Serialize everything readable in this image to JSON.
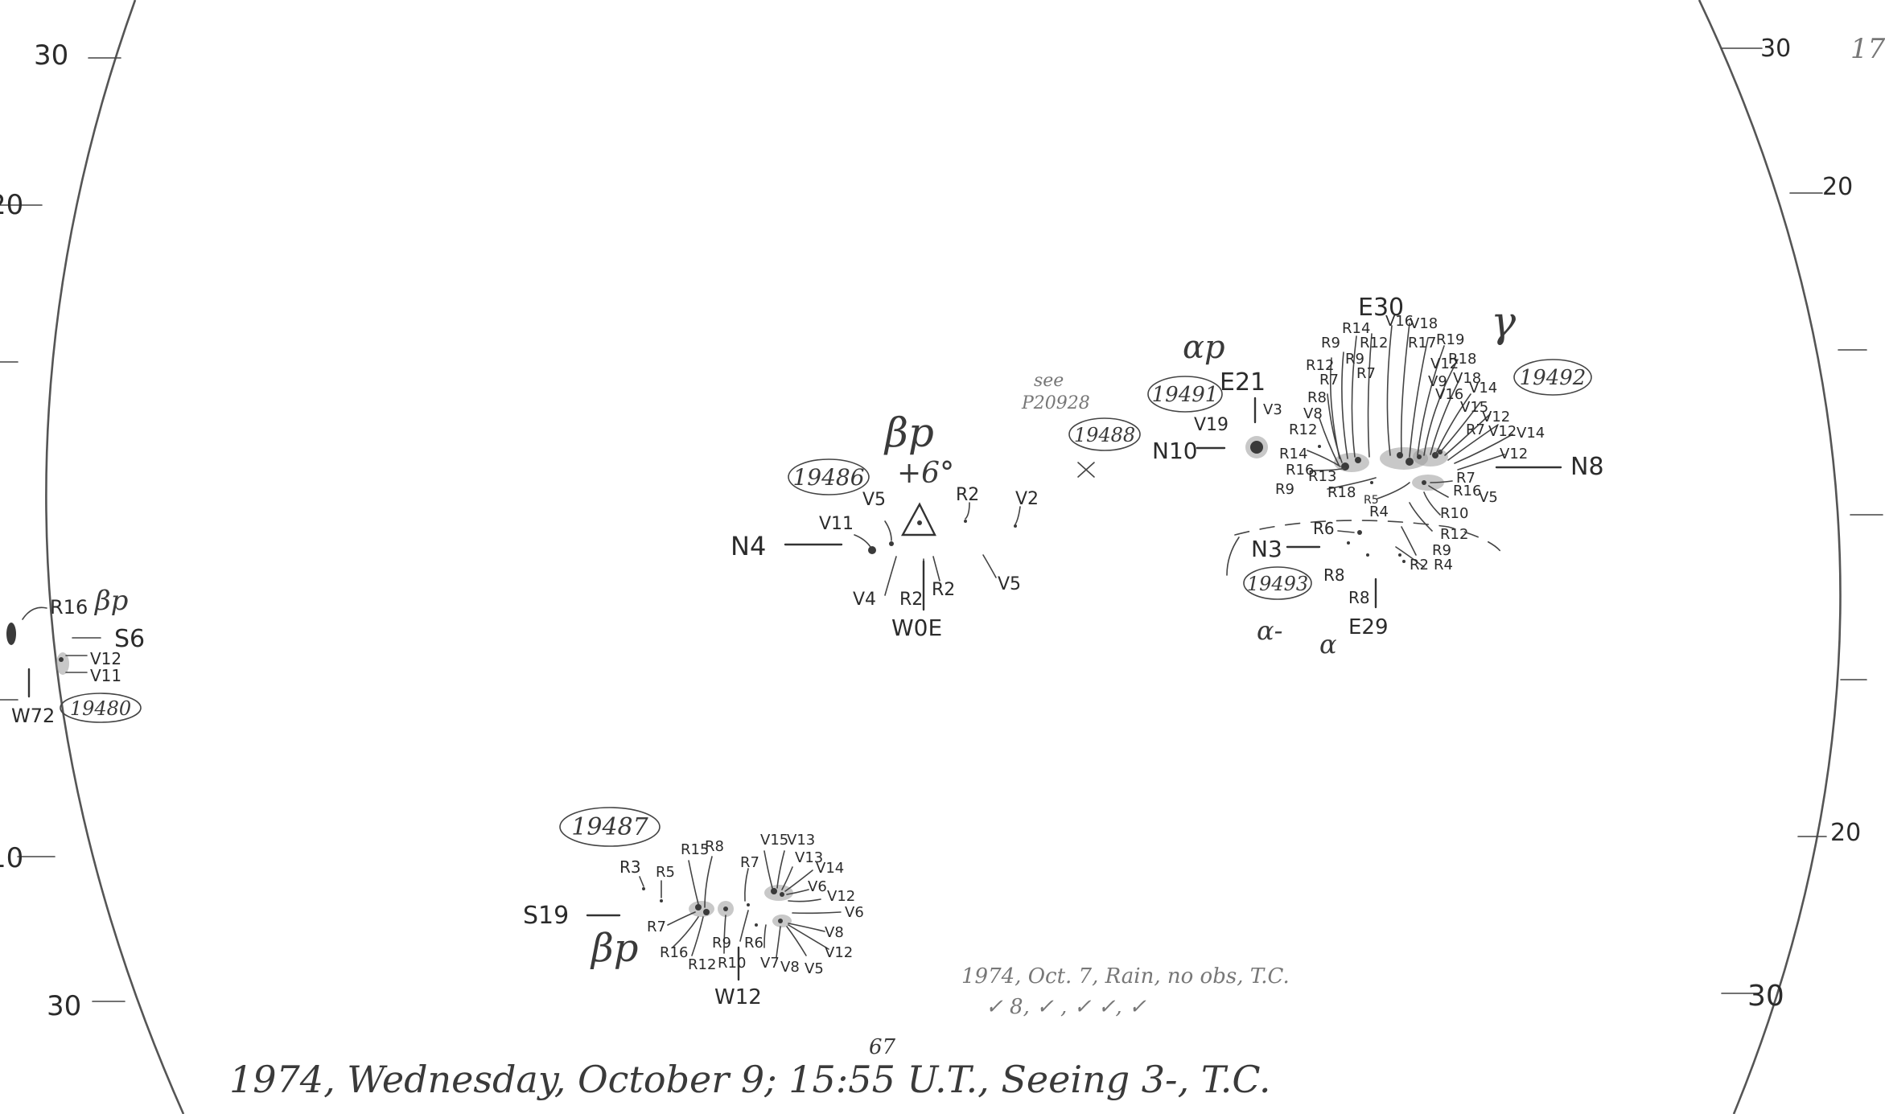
{
  "limb_scale": {
    "left_top": "30",
    "left_20_top": "20",
    "left_20_bottom": "10",
    "left_bottom": "30",
    "right_top": "30",
    "right_20_top": "20",
    "right_20_bottom": "20",
    "right_bottom": "30",
    "corner_mark": "17"
  },
  "groups": {
    "g19480": {
      "number": "19480",
      "class": "βp",
      "west": "W72",
      "lat": "S6",
      "labels": [
        "R16",
        "V12",
        "V11"
      ]
    },
    "g19486": {
      "number": "19486",
      "class": "βp",
      "angle": "+6°",
      "west": "W0E",
      "lat": "N4",
      "labels": [
        "V11",
        "V5",
        "R2",
        "V2",
        "V4",
        "R2",
        "R2",
        "V5"
      ]
    },
    "g19488": {
      "number": "19488",
      "note_line1": "see",
      "note_line2": "P20928"
    },
    "g19491": {
      "number": "19491",
      "class": "αp",
      "east": "E21",
      "lat": "N10",
      "labels": [
        "V19",
        "V3"
      ]
    },
    "g19492": {
      "number": "19492",
      "class": "γ",
      "east": "E30",
      "lat": "N8",
      "labels": [
        "R9",
        "R14",
        "V16",
        "V18",
        "R12",
        "R9",
        "R12",
        "R17",
        "R19",
        "R7",
        "R7",
        "V12",
        "R18",
        "R8",
        "V9",
        "V18",
        "V8",
        "V16",
        "V14",
        "V15",
        "R12",
        "V12",
        "R14",
        "R7",
        "V12",
        "V14",
        "R16",
        "V12",
        "R13",
        "R7",
        "R9",
        "R18",
        "R16",
        "V5",
        "R5",
        "R4",
        "R10",
        "R12",
        "R9",
        "R2",
        "R4"
      ]
    },
    "g19493": {
      "number": "19493",
      "class": "α",
      "class_small": "α-",
      "east": "E29",
      "lat": "N3",
      "labels": [
        "R6",
        "R8",
        "R8"
      ]
    },
    "g19487": {
      "number": "19487",
      "class": "βp",
      "west": "W12",
      "lat": "S19",
      "labels": [
        "R3",
        "R5",
        "R15",
        "R8",
        "R7",
        "V15",
        "V13",
        "V13",
        "V14",
        "V6",
        "V12",
        "V6",
        "R7",
        "V8",
        "R16",
        "R9",
        "R6",
        "V7",
        "V8",
        "V5",
        "V12",
        "R12",
        "R10"
      ]
    }
  },
  "notes": {
    "rain_line1": "1974, Oct. 7, Rain, no obs, T.C.",
    "rain_line2": "✓ 8, ✓ , ✓ ✓, ✓"
  },
  "caption": {
    "text": "1974, Wednesday, October 9; 15:55 U.T., Seeing 3-, T.C.",
    "superscript": "67"
  }
}
